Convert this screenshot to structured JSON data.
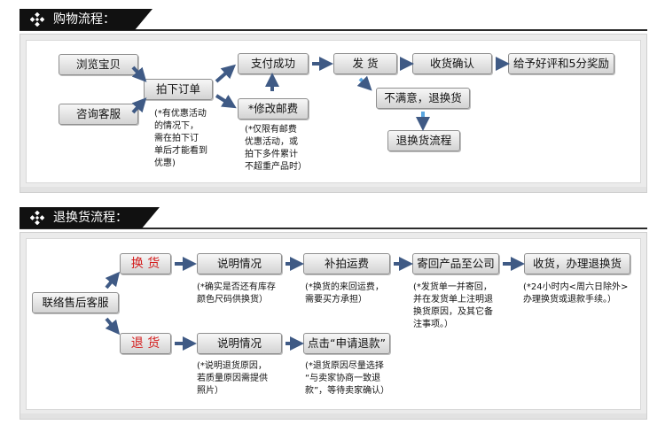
{
  "colors": {
    "arrow": "#3f5a85",
    "header": "#111111",
    "accent_red": "#d41d1d"
  },
  "purchase": {
    "header_title": "购物流程：",
    "steps": {
      "browse": "浏览宝贝",
      "consult": "咨询客服",
      "order": "拍下订单",
      "paid": "支付成功",
      "modify_shipping": "*修改邮费",
      "ship": "发 货",
      "confirm_receipt": "收货确认",
      "praise": "给予好评和5分奖励",
      "unsatisfied": "不满意，退换货",
      "return_process": "退换货流程"
    },
    "notes": {
      "order": "(*有优惠活动\n的情况下，\n需在拍下订\n单后才能看到\n优惠)",
      "shipping": "(*仅限有邮费\n优惠活动，或\n拍下多件累计\n不超重产品时）"
    }
  },
  "returns": {
    "header_title": "退换货流程：",
    "steps": {
      "contact": "联络售后客服",
      "exchange": "换 货",
      "refund": "退 货",
      "explain_exchange": "说明情况",
      "pay_shipping": "补拍运费",
      "send_back": "寄回产品至公司",
      "receive_process": "收货，办理退换货",
      "explain_refund": "说明情况",
      "apply_refund": "点击“申请退款”"
    },
    "notes": {
      "explain_exchange": "(*确实是否还有库存\n颜色尺码供换货）",
      "pay_shipping": "(*换货的来回运费，\n需要买方承担）",
      "send_back": "(*发货单一并寄回，\n并在发货单上注明退\n换货原因，及其它备\n注事项。）",
      "receive_process": "(*24小时内<周六日除外>\n办理换货或退款手续。）",
      "explain_refund": "(*说明退货原因，\n若质量原因需提供\n照片）",
      "apply_refund": "(*退货原因尽量选择\n“与卖家协商一致退\n款”，等待卖家确认）"
    }
  }
}
